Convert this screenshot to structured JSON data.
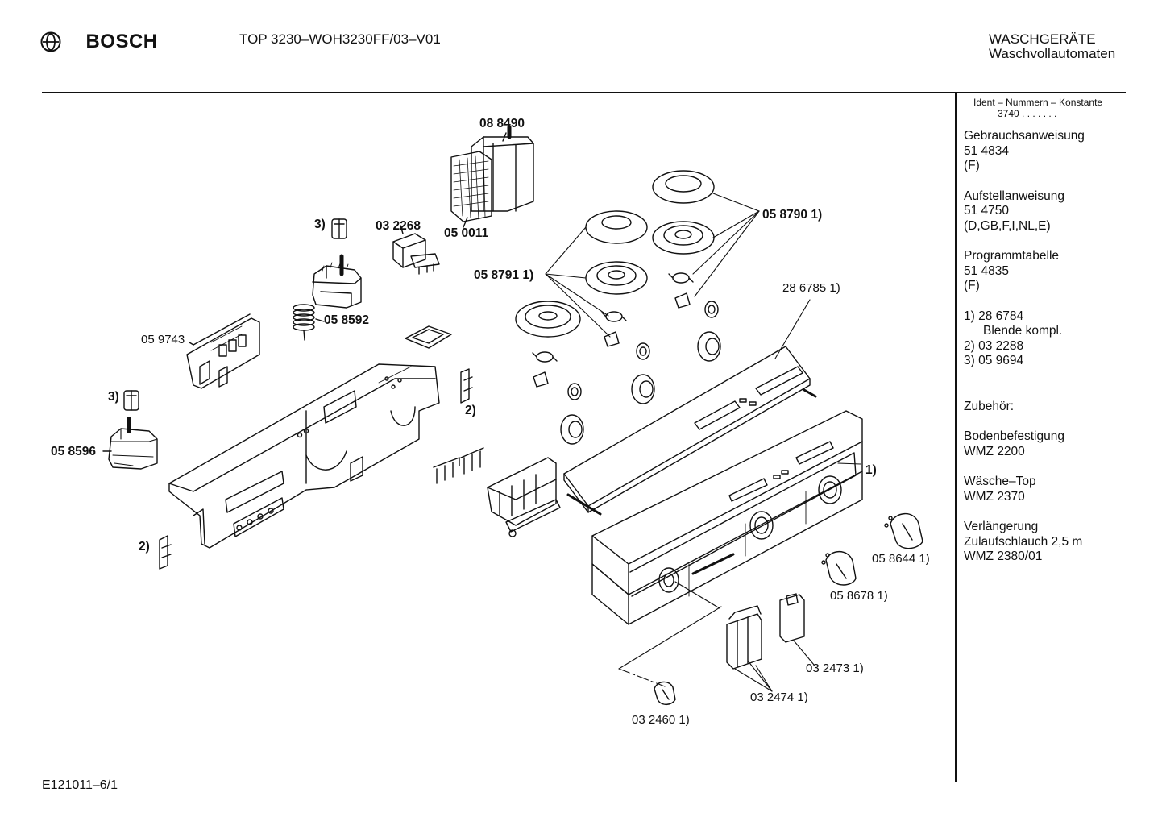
{
  "header": {
    "brand": "BOSCH",
    "doc_title": "TOP 3230–WOH3230FF/03–V01",
    "category_line1": "WASCHGERÄTE",
    "category_line2": "Waschvollautomaten"
  },
  "sidebar": {
    "ident_title": "Ident – Nummern – Konstante",
    "ident_value": "3740 . . . . . . .",
    "groups": [
      {
        "title": "Gebrauchsanweisung",
        "lines": [
          "51 4834",
          "(F)"
        ]
      },
      {
        "title": "Aufstellanweisung",
        "lines": [
          "51 4750",
          "(D,GB,F,I,NL,E)"
        ]
      },
      {
        "title": "Programmtabelle",
        "lines": [
          "51 4835",
          "(F)"
        ]
      }
    ],
    "notes": [
      "1)  28 6784",
      "Blende kompl.",
      "2)  03 2288",
      "3)  05 9694"
    ],
    "accessories_title": "Zubehör:",
    "accessories": [
      {
        "title": "Bodenbefestigung",
        "lines": [
          "WMZ 2200"
        ]
      },
      {
        "title": "Wäsche–Top",
        "lines": [
          "WMZ 2370"
        ]
      },
      {
        "title": "Verlängerung",
        "lines": [
          "Zulaufschlauch 2,5 m",
          "WMZ 2380/01"
        ]
      }
    ]
  },
  "parts": {
    "p088490": "08 8490",
    "p050011": "05 0011",
    "p032268": "03 2268",
    "note3_a": "3)",
    "p058592": "05 8592",
    "p059743": "05 9743",
    "note3_b": "3)",
    "p058596": "05 8596",
    "note2_a": "2)",
    "note2_b": "2)",
    "p058790": "05 8790 1)",
    "p058791": "05 8791 1)",
    "p286785": "28 6785 1)",
    "note1": "1)",
    "p058644": "05 8644 1)",
    "p058678": "05 8678 1)",
    "p032473": "03 2473 1)",
    "p032474": "03 2474 1)",
    "p032460": "03 2460 1)"
  },
  "footer": {
    "code": "E121011–6/1"
  }
}
